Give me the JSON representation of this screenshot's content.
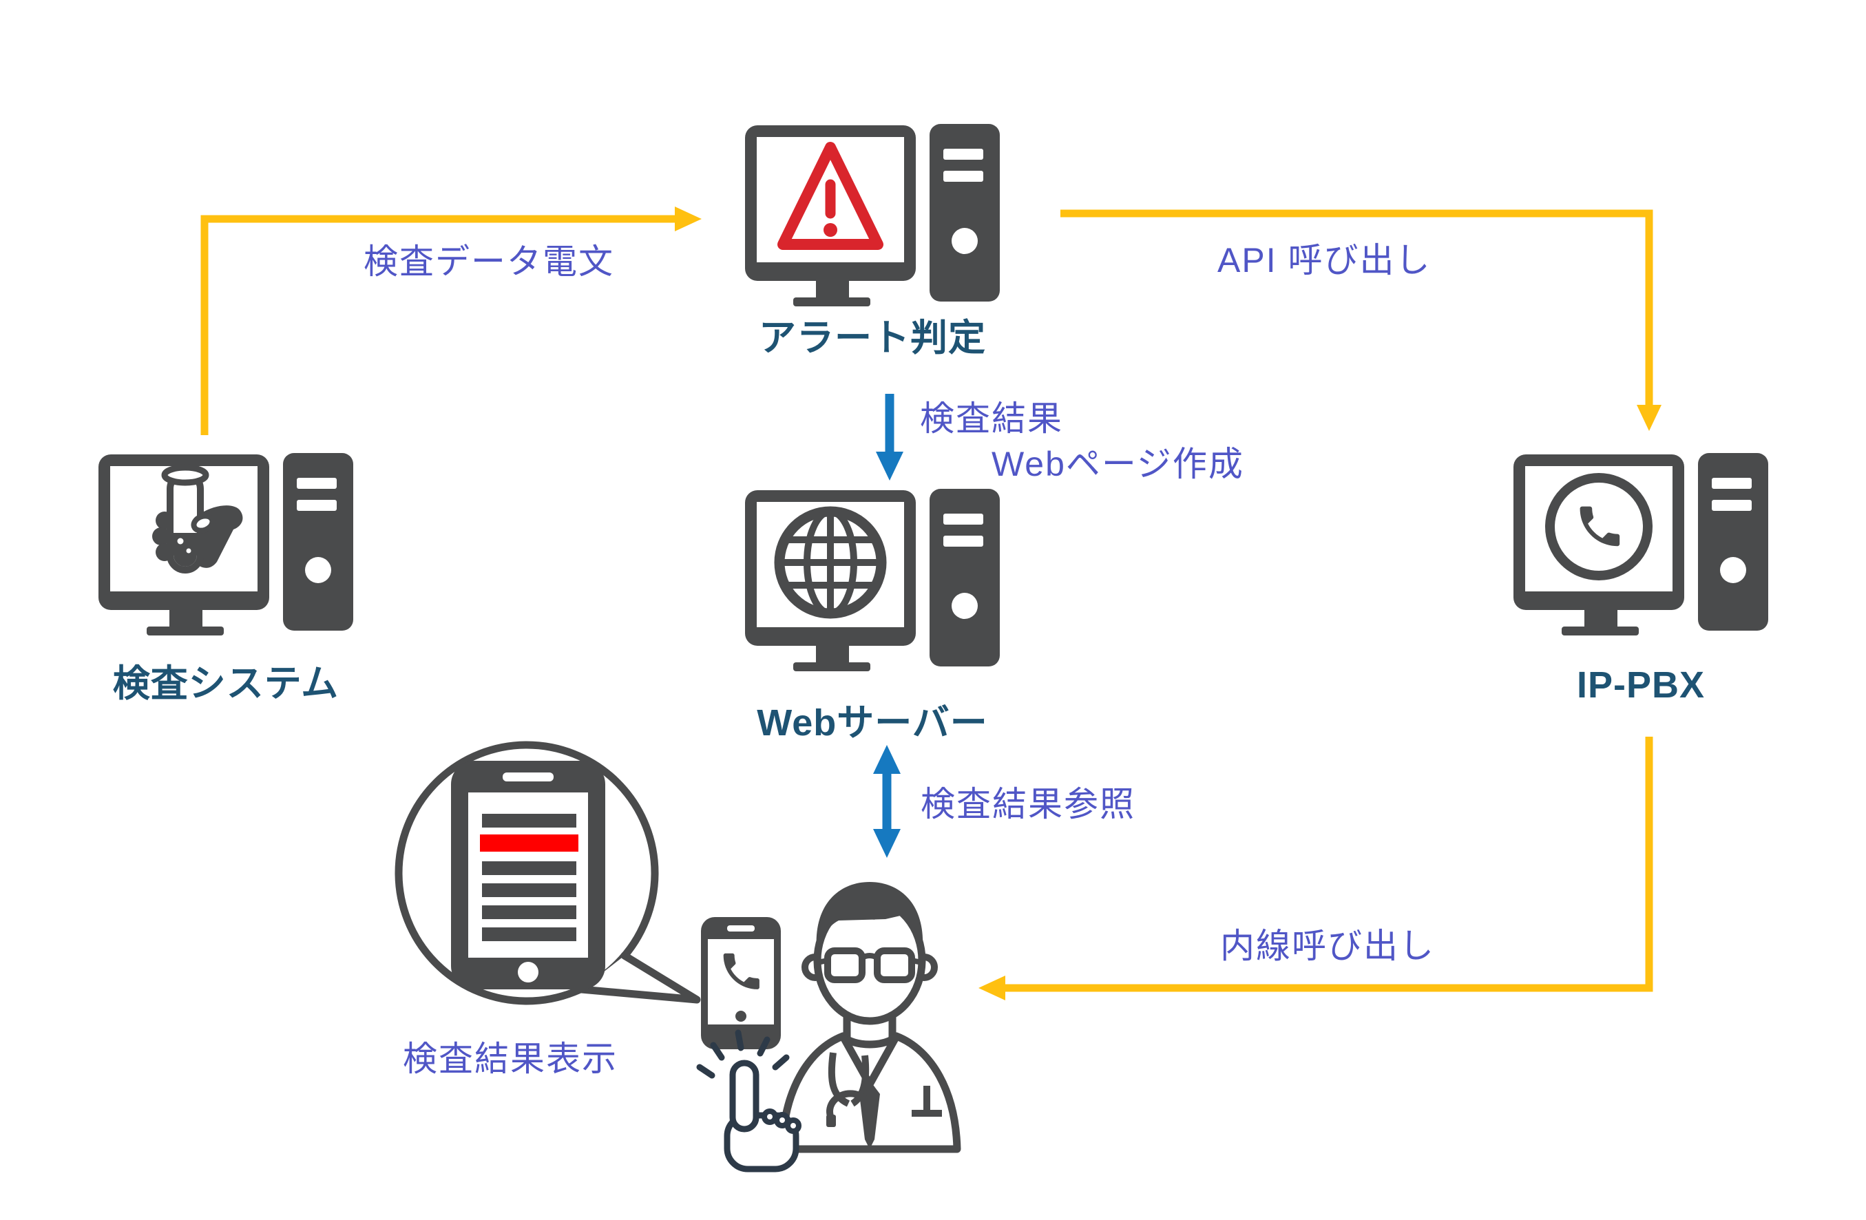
{
  "diagram": {
    "background": "#ffffff",
    "colors": {
      "icon-gray": "#4a4b4c",
      "node-label": "#1e5373",
      "flow-label": "#5056c6",
      "arrow-yellow": "#ffc010",
      "arrow-blue": "#1679c0",
      "alert-red": "#d9252c",
      "highlight-red": "#ff0000",
      "hand-navy": "#2d3a48"
    },
    "nodes": [
      {
        "id": "inspection-system",
        "label": "検査システム",
        "icon": "computer-with-test-tube"
      },
      {
        "id": "alert-judgement",
        "label": "アラート判定",
        "icon": "computer-with-warning-triangle"
      },
      {
        "id": "web-server",
        "label": "Webサーバー",
        "icon": "computer-with-globe"
      },
      {
        "id": "ip-pbx",
        "label": "IP-PBX",
        "icon": "computer-with-phone-handset"
      },
      {
        "id": "result-display",
        "label": "検査結果表示",
        "icon": "speech-bubble-smartphone-alert-list"
      },
      {
        "id": "doctor",
        "label": "",
        "icon": "doctor-with-smartphone-and-tap-finger"
      }
    ],
    "flows": [
      {
        "id": "test-data-message",
        "label": "検査データ電文",
        "from": "inspection-system",
        "to": "alert-judgement",
        "color": "yellow",
        "bidirectional": false
      },
      {
        "id": "api-call",
        "label": "API 呼び出し",
        "from": "alert-judgement",
        "to": "ip-pbx",
        "color": "yellow",
        "bidirectional": false
      },
      {
        "id": "web-page-create",
        "label_line1": "検査結果",
        "label_line2": "Webページ作成",
        "from": "alert-judgement",
        "to": "web-server",
        "color": "blue",
        "bidirectional": false
      },
      {
        "id": "result-reference",
        "label": "検査結果参照",
        "from": "web-server",
        "to": "doctor",
        "color": "blue",
        "bidirectional": true
      },
      {
        "id": "extension-call",
        "label": "内線呼び出し",
        "from": "ip-pbx",
        "to": "doctor",
        "color": "yellow",
        "bidirectional": false
      }
    ]
  }
}
